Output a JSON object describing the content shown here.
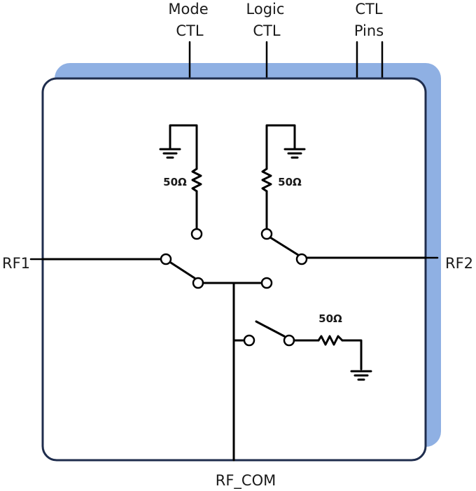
{
  "labels": {
    "mode_ctl_line1": "Mode",
    "mode_ctl_line2": "CTL",
    "logic_ctl_line1": "Logic",
    "logic_ctl_line2": "CTL",
    "ctl_pins_line1": "CTL",
    "ctl_pins_line2": "Pins",
    "rf1": "RF1",
    "rf2": "RF2",
    "rf_com": "RF_COM"
  },
  "resistors": {
    "left": "50Ω",
    "right": "50Ω",
    "bottom": "50Ω"
  },
  "colors": {
    "shadow": "#8fb0e3",
    "outline": "#1f2d4d",
    "wire": "#000000"
  }
}
